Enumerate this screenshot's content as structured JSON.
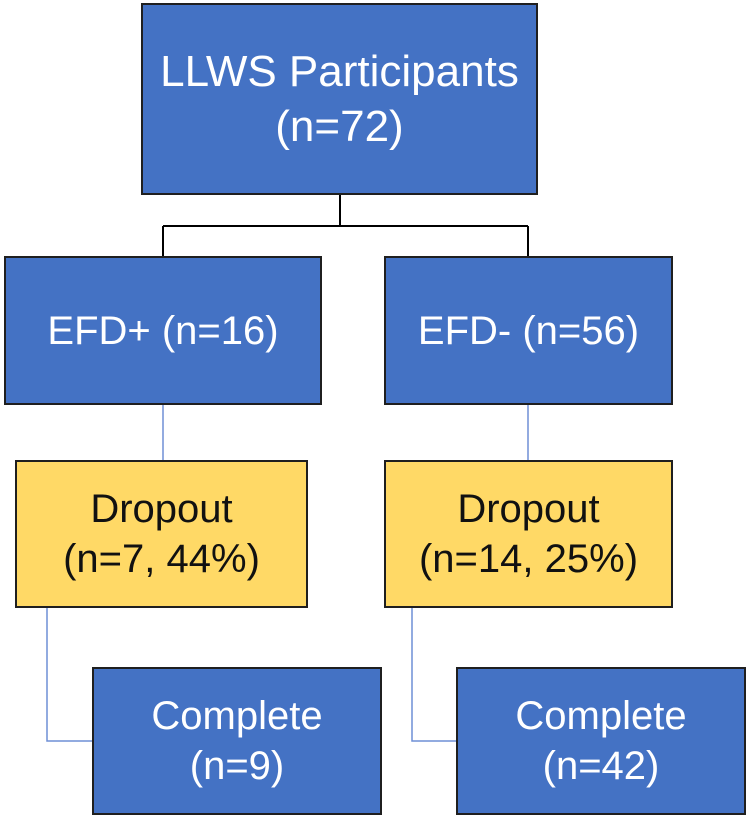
{
  "root": {
    "line1": "LLWS Participants",
    "line2": "(n=72)"
  },
  "groups": [
    {
      "label": "EFD+ (n=16)",
      "dropout": {
        "line1": "Dropout",
        "line2": "(n=7, 44%)"
      },
      "complete": {
        "line1": "Complete",
        "line2": "(n=9)"
      }
    },
    {
      "label": "EFD- (n=56)",
      "dropout": {
        "line1": "Dropout",
        "line2": "(n=14, 25%)"
      },
      "complete": {
        "line1": "Complete",
        "line2": "(n=42)"
      }
    }
  ],
  "colors": {
    "primary_box": "#4472c4",
    "dropout_box": "#ffd966",
    "tree_connector": "#000000",
    "branch_connector": "#6f8fd6"
  }
}
